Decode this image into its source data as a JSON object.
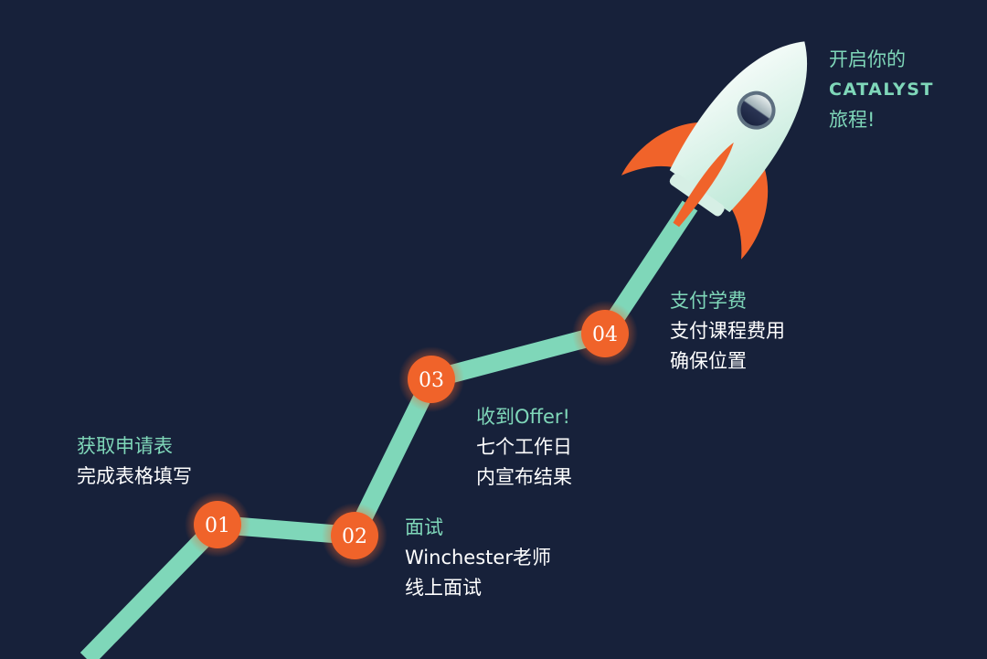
{
  "colors": {
    "background": "#17213a",
    "path": "#7fd7b9",
    "node": "#f0632a",
    "heading_text": "#7fd7b9",
    "body_text": "#ffffff",
    "rocket_body": "#e8f6f0",
    "rocket_fin": "#f0632a"
  },
  "cta": {
    "line1": "开启你的",
    "brand": "CATALYST",
    "line3": "旅程!"
  },
  "steps": [
    {
      "number": "01",
      "title": "获取申请表",
      "line1": "完成表格填写",
      "line2": ""
    },
    {
      "number": "02",
      "title": "面试",
      "line1": "Winchester老师",
      "line2": "线上面试"
    },
    {
      "number": "03",
      "title": "收到Offer!",
      "line1": "七个工作日",
      "line2": "内宣布结果"
    },
    {
      "number": "04",
      "title": "支付学费",
      "line1": "支付课程费用",
      "line2": "确保位置"
    }
  ],
  "icons": {
    "rocket": "rocket-icon"
  }
}
